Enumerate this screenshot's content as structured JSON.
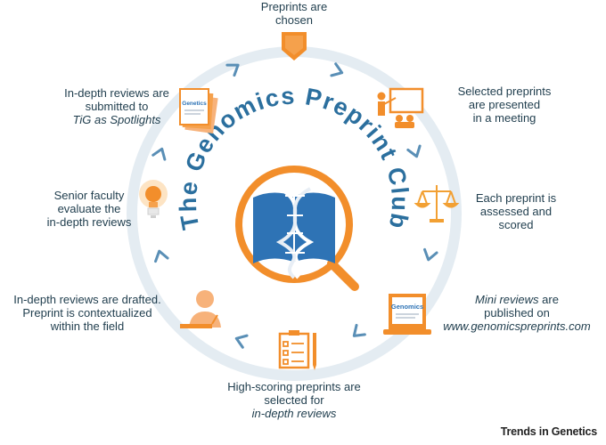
{
  "title": "The Genomics Preprint Club",
  "steps": [
    {
      "id": "chosen",
      "lines": [
        "Preprints are",
        "chosen"
      ],
      "icon": "pointer-arrow-icon"
    },
    {
      "id": "presented",
      "lines": [
        "Selected preprints",
        "are presented",
        "in a meeting"
      ],
      "icon": "presentation-icon"
    },
    {
      "id": "scored",
      "lines": [
        "Each preprint is",
        "assessed and",
        "scored"
      ],
      "icon": "scales-icon"
    },
    {
      "id": "mini",
      "line1_italic": "Mini reviews",
      "line1_rest": " are",
      "line2": "published on",
      "line3_italic": "www.genomicspreprints.com",
      "icon": "laptop-icon",
      "laptop_text": "Genomics"
    },
    {
      "id": "selected",
      "line1": "High-scoring preprints are",
      "line2": "selected for",
      "line3_italic": "in-depth reviews",
      "icon": "checklist-icon"
    },
    {
      "id": "drafted",
      "lines": [
        "In-depth reviews are drafted.",
        "Preprint is contextualized",
        "within the field"
      ],
      "icon": "writer-icon"
    },
    {
      "id": "evaluate",
      "lines": [
        "Senior faculty",
        "evaluate the",
        "in-depth reviews"
      ],
      "icon": "lightbulb-icon"
    },
    {
      "id": "submitted",
      "line1": "In-depth reviews are submitted to",
      "line2_italic": "TiG as Spotlights",
      "icon": "journal-stack-icon",
      "journal_text": "Genetics"
    }
  ],
  "brand": "Trends in Genetics",
  "colors": {
    "ring": "#e4ecf2",
    "chevron": "#5a8fb6",
    "orange": "#f28e2b",
    "blue": "#2e73b5",
    "text": "#1f3d4d"
  }
}
